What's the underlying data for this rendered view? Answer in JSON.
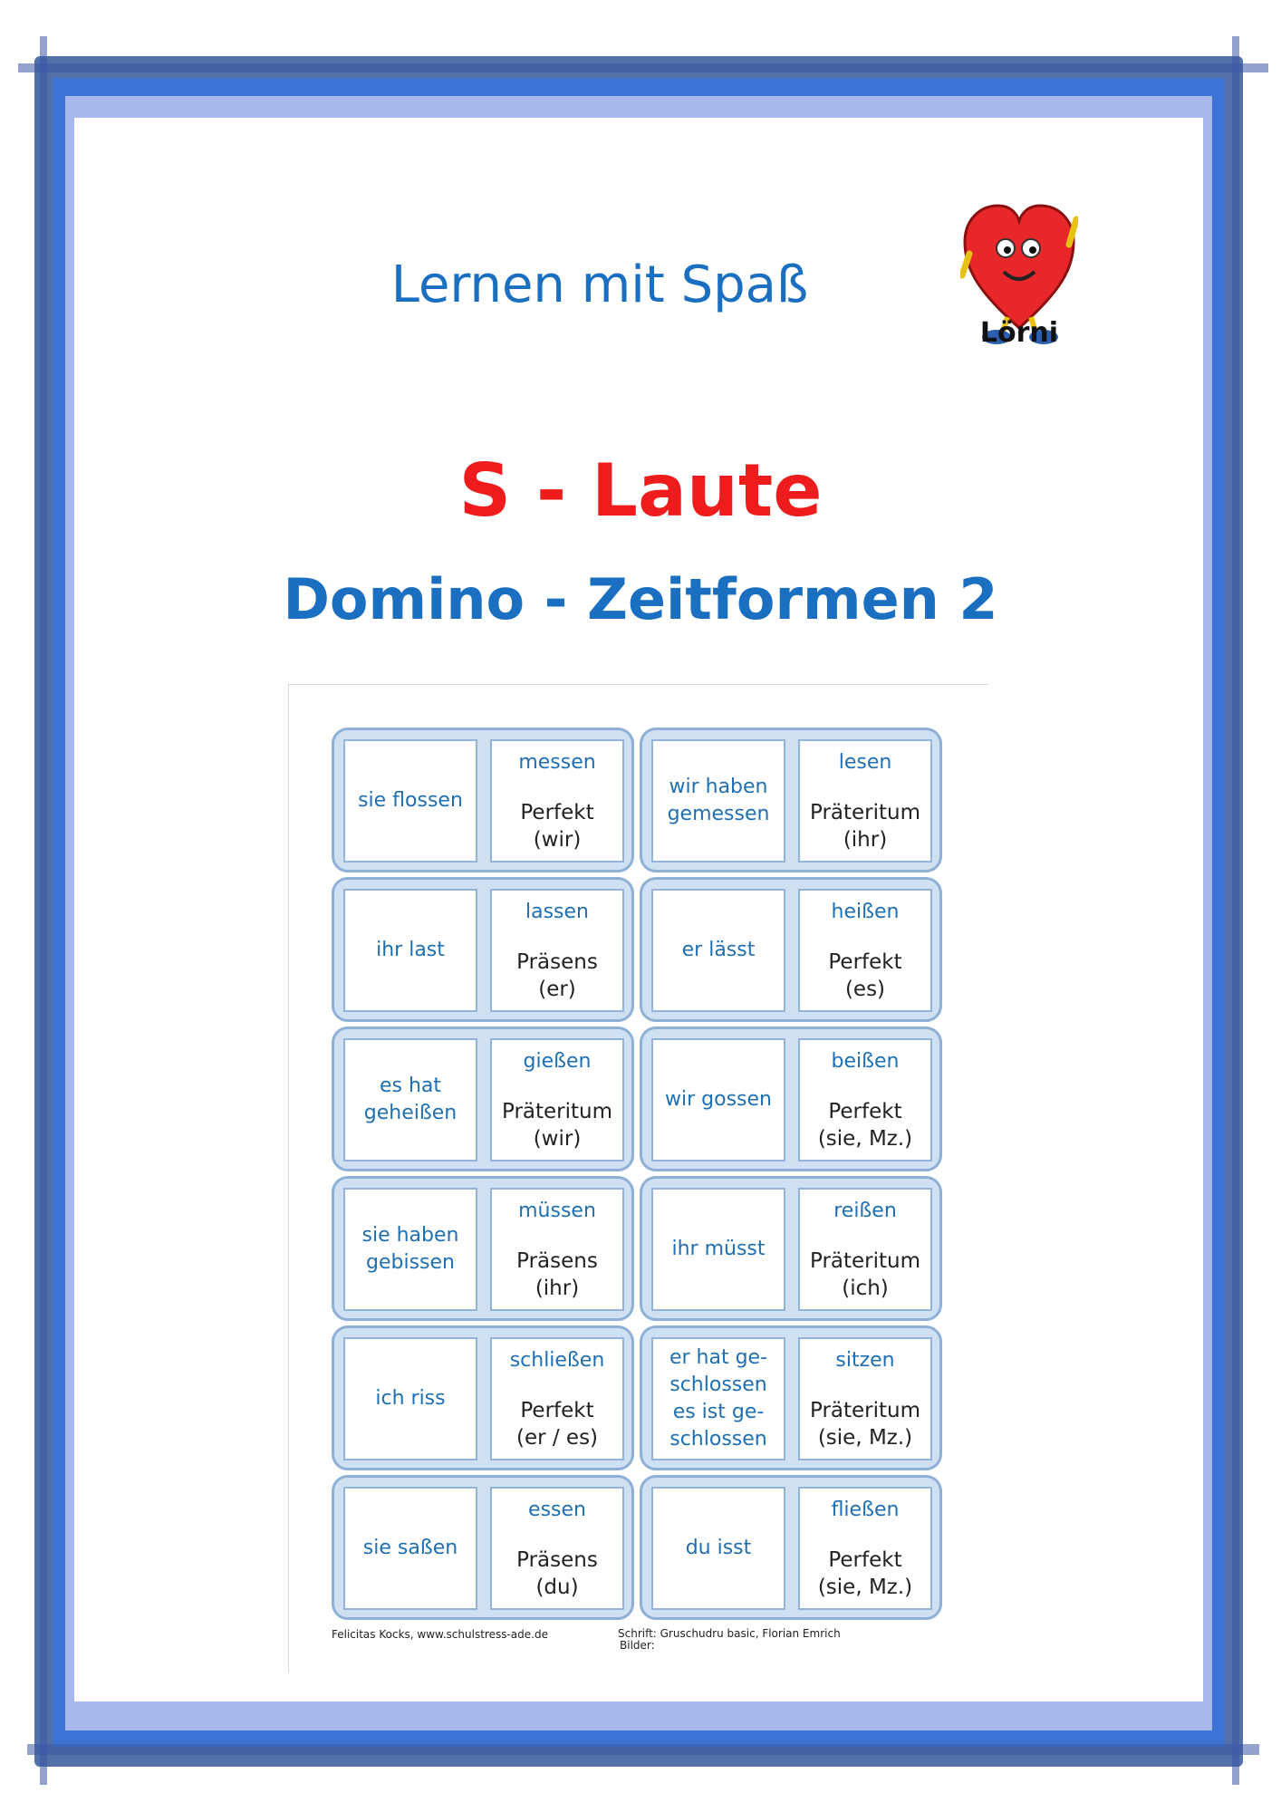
{
  "header": {
    "title_top": "Lernen mit Spaß",
    "title_main": "S - Laute",
    "title_sub": "Domino - Zeitformen 2",
    "mascot_name": "Lörni"
  },
  "colors": {
    "title_blue": "#1b6fc0",
    "title_red": "#ee1c1c",
    "card_fill": "#cfe0f2",
    "card_border": "#8fb0d6",
    "frame_dark": "#5470a8",
    "frame_blue": "#3e73d6",
    "frame_light": "#a7b9ec"
  },
  "cards": [
    {
      "answer": [
        "sie flossen"
      ],
      "verb": "messen",
      "task": [
        "Perfekt",
        "(wir)"
      ]
    },
    {
      "answer": [
        "wir haben",
        "gemessen"
      ],
      "verb": "lesen",
      "task": [
        "Präteritum",
        "(ihr)"
      ]
    },
    {
      "answer": [
        "ihr last"
      ],
      "verb": "lassen",
      "task": [
        "Präsens",
        "(er)"
      ]
    },
    {
      "answer": [
        "er lässt"
      ],
      "verb": "heißen",
      "task": [
        "Perfekt",
        "(es)"
      ]
    },
    {
      "answer": [
        "es hat",
        "geheißen"
      ],
      "verb": "gießen",
      "task": [
        "Präteritum",
        "(wir)"
      ]
    },
    {
      "answer": [
        "wir gossen"
      ],
      "verb": "beißen",
      "task": [
        "Perfekt",
        "(sie, Mz.)"
      ]
    },
    {
      "answer": [
        "sie haben",
        "gebissen"
      ],
      "verb": "müssen",
      "task": [
        "Präsens",
        "(ihr)"
      ]
    },
    {
      "answer": [
        "ihr müsst"
      ],
      "verb": "reißen",
      "task": [
        "Präteritum",
        "(ich)"
      ]
    },
    {
      "answer": [
        "ich riss"
      ],
      "verb": "schließen",
      "task": [
        "Perfekt",
        "(er / es)"
      ]
    },
    {
      "answer": [
        "er hat ge-",
        "schlossen",
        "es ist ge-",
        "schlossen"
      ],
      "verb": "sitzen",
      "task": [
        "Präteritum",
        "(sie, Mz.)"
      ]
    },
    {
      "answer": [
        "sie saßen"
      ],
      "verb": "essen",
      "task": [
        "Präsens",
        "(du)"
      ]
    },
    {
      "answer": [
        "du isst"
      ],
      "verb": "fließen",
      "task": [
        "Perfekt",
        "(sie, Mz.)"
      ]
    }
  ],
  "footer": {
    "left": "Felicitas Kocks, www.schulstress-ade.de",
    "right_1": "Schrift: Gruschudru basic, Florian Emrich",
    "right_2": "Bilder:"
  }
}
